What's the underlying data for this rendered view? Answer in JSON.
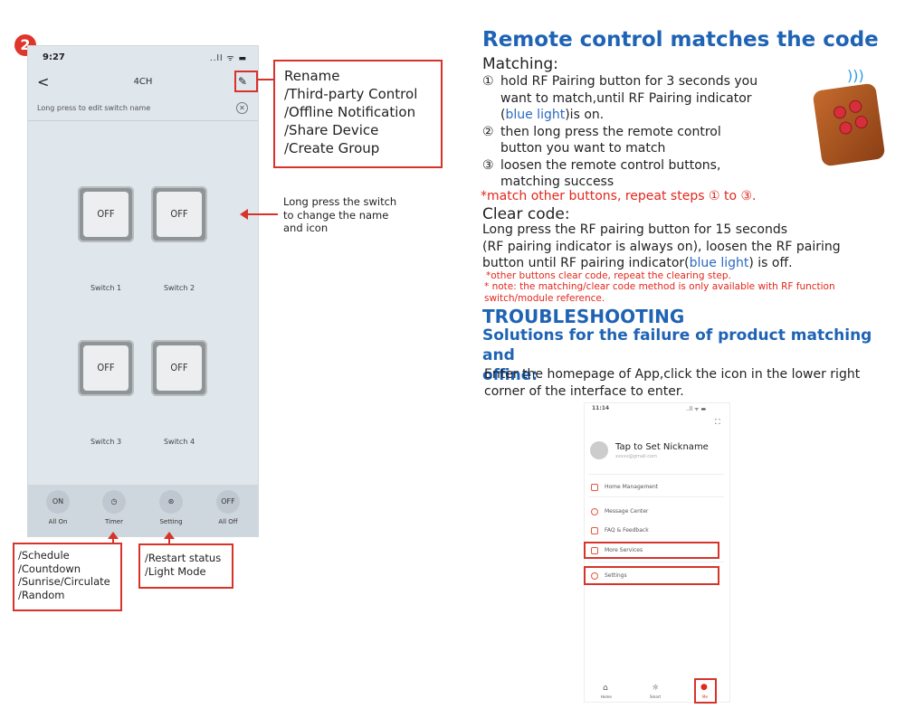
{
  "step_badge": "2",
  "phone": {
    "time": "9:27",
    "status_right": "..ll ᯤ ▬",
    "back_glyph": "<",
    "title": "4CH",
    "edit_glyph": "✎",
    "hint": "Long press to edit switch name",
    "close_glyph": "✕",
    "switches": [
      {
        "state": "OFF",
        "label": "Switch 1"
      },
      {
        "state": "OFF",
        "label": "Switch 2"
      },
      {
        "state": "OFF",
        "label": "Switch 3"
      },
      {
        "state": "OFF",
        "label": "Switch 4"
      }
    ],
    "bottom": [
      {
        "icon": "ON",
        "label": "All On"
      },
      {
        "icon": "◷",
        "label": "Timer"
      },
      {
        "icon": "⊛",
        "label": "Setting"
      },
      {
        "icon": "OFF",
        "label": "All Off"
      }
    ]
  },
  "callouts": {
    "menu_lines": [
      "Rename",
      "/Third-party Control",
      "/Offline Notification",
      "/Share Device",
      "/Create Group"
    ],
    "long_press": [
      "Long press the switch",
      "to change the name",
      "and icon"
    ],
    "timer_lines": [
      "/Schedule",
      "/Countdown",
      "/Sunrise/Circulate",
      "/Random"
    ],
    "setting_lines": [
      "/Restart status",
      "/Light Mode"
    ]
  },
  "right": {
    "heading": "Remote control matches the code",
    "matching": "Matching:",
    "steps": [
      {
        "num": "①",
        "lines": [
          "hold RF Pairing button for 3 seconds you",
          "want to match,until RF Pairing indicator"
        ],
        "last_pre": "(",
        "last_blue": "blue light",
        "last_post": ")is on."
      },
      {
        "num": "②",
        "lines": [
          "then long press the remote control",
          "button you want to match"
        ]
      },
      {
        "num": "③",
        "lines": [
          "loosen the remote control buttons,",
          "matching success"
        ]
      }
    ],
    "repeat_note": "*match other buttons, repeat steps ① to ③.",
    "clear_code": "Clear code:",
    "clear_lines": [
      "Long press the RF pairing button for 15 seconds",
      "(RF pairing indicator is always on), loosen the RF pairing"
    ],
    "clear_last_pre": "button until RF pairing indicator(",
    "clear_last_blue": "blue light",
    "clear_last_post": ") is off.",
    "note1": "*other buttons clear code, repeat the clearing step.",
    "note2a": "* note: the matching/clear code method is only available with RF function",
    "note2b": "switch/module reference.",
    "troubleshooting": "TROUBLESHOOTING",
    "solutions_1": "Solutions for the failure of product matching and",
    "solutions_2": "offine:",
    "enter_1": "Enter the homepage of App,click the icon in the lower right",
    "enter_2": "corner of the interface to enter."
  },
  "small_phone": {
    "time": "11:14",
    "status_right": "..ll ᯤ ▬",
    "corner_glyph": "⛶",
    "nickname": "Tap to Set Nickname",
    "email": "xxxxx@gmail.com",
    "items": [
      "Home Management",
      "Message Center",
      "FAQ & Feedback",
      "More Services",
      "Settings"
    ],
    "tabs": [
      "Home",
      "Smart",
      "Me"
    ]
  },
  "colors": {
    "accent_blue": "#1f63b5",
    "callout_red": "#d8332a",
    "note_red": "#e2271c"
  }
}
